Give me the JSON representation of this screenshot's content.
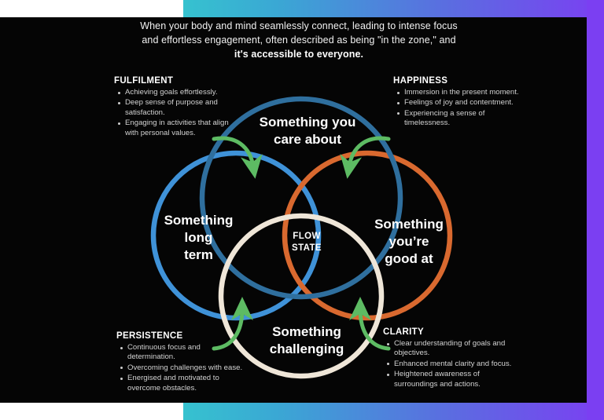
{
  "headline": {
    "line1": "When your body and mind seamlessly connect, leading to intense focus",
    "line2": "and effortless engagement, often described as being \"in the zone,\" and",
    "line3": "it's accessible to everyone."
  },
  "diagram": {
    "center_label_line1": "FLOW",
    "center_label_line2": "STATE",
    "circles": [
      {
        "id": "care",
        "label": "Something you care about",
        "label_line1": "Something you",
        "label_line2": "care about",
        "color": "#2f6f9e"
      },
      {
        "id": "long",
        "label": "Something long term",
        "label_line1": "Something",
        "label_line2": "long",
        "label_line3": "term",
        "color": "#3f92d8"
      },
      {
        "id": "good",
        "label": "Something you're good at",
        "label_line1": "Something",
        "label_line2": "you’re",
        "label_line3": "good at",
        "color": "#d9692f"
      },
      {
        "id": "chal",
        "label": "Something challenging",
        "label_line1": "Something",
        "label_line2": "challenging",
        "color": "#efe6d8"
      }
    ],
    "arrow_color": "#5dbb63"
  },
  "blocks": [
    {
      "id": "fulfilment",
      "title": "FULFILMENT",
      "items": [
        "Achieving goals effortlessly.",
        "Deep sense of purpose and satisfaction.",
        "Engaging in activities that align with personal values."
      ]
    },
    {
      "id": "happiness",
      "title": "HAPPINESS",
      "items": [
        "Immersion in the present moment.",
        "Feelings of joy and contentment.",
        "Experiencing a sense of timelessness."
      ]
    },
    {
      "id": "persistence",
      "title": "PERSISTENCE",
      "items": [
        "Continuous focus and determination.",
        "Overcoming challenges with ease.",
        "Energised and motivated to overcome obstacles."
      ]
    },
    {
      "id": "clarity",
      "title": "CLARITY",
      "items": [
        "Clear understanding of goals and objectives.",
        "Enhanced mental clarity and focus.",
        "Heightened awareness of surroundings and actions."
      ]
    }
  ],
  "colors": {
    "background": "#050505",
    "page": "#ffffff",
    "accent_gradient_start": "#36c2cf",
    "accent_gradient_end": "#7b3ff2",
    "text": "#d9d9d9"
  }
}
